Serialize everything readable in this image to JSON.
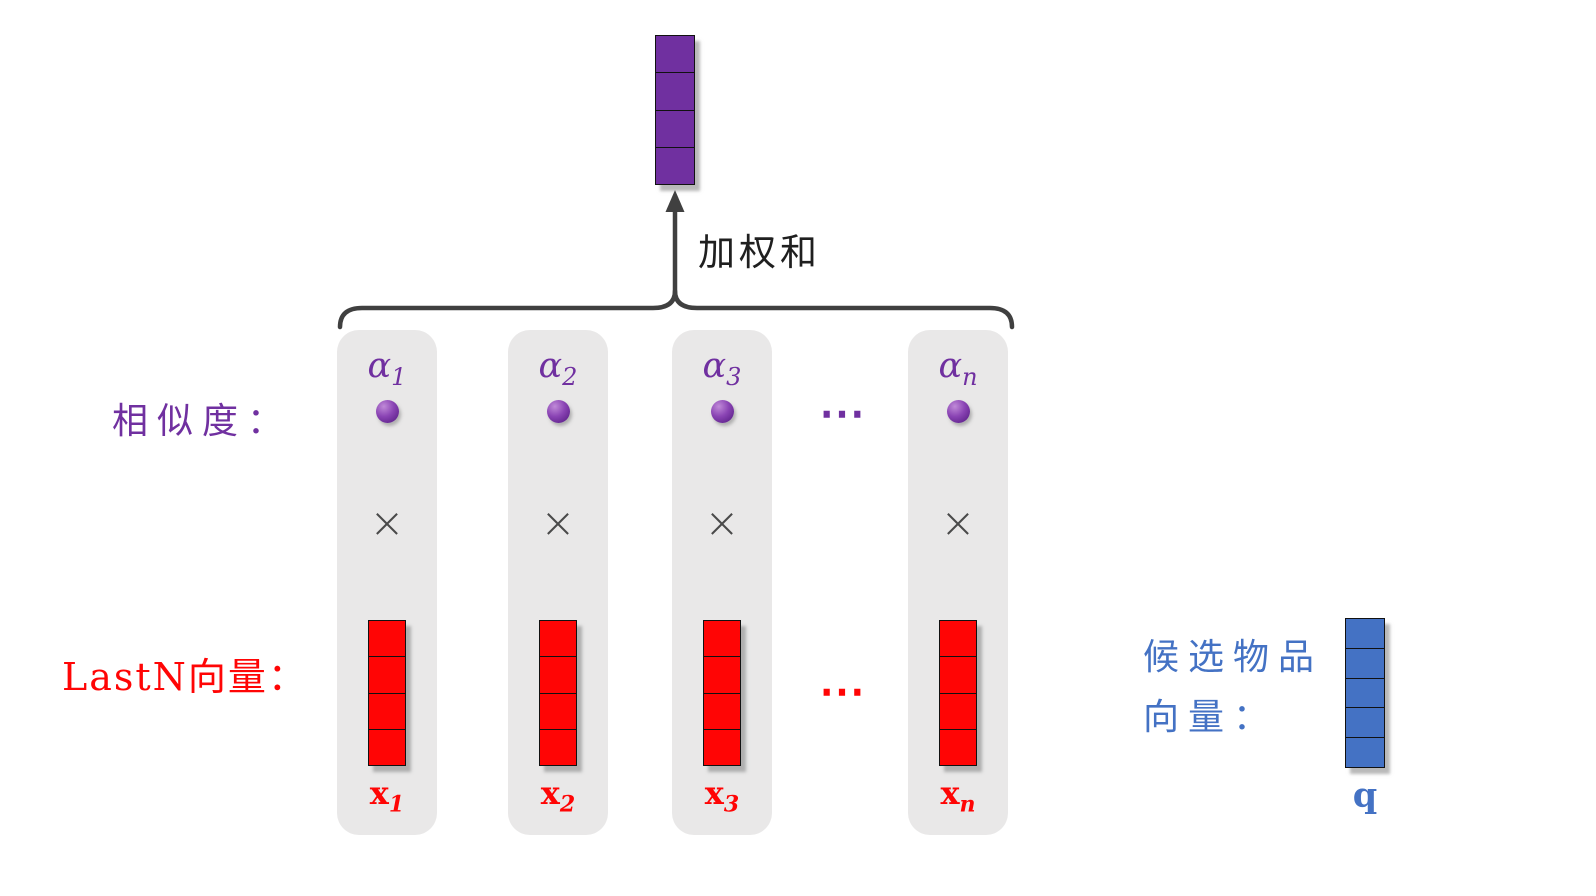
{
  "diagram": {
    "weighted_sum_label": "加权和",
    "similarity_label": "相似度：",
    "lastn_label": "LastN向量：",
    "candidate_label_line1": "候选物品",
    "candidate_label_line2": "向量：",
    "ellipsis_top": "⋯",
    "ellipsis_bottom": "⋯",
    "output_vector": {
      "cells": 4,
      "color": "#7030A0"
    },
    "candidate_vector": {
      "cells": 5,
      "color": "#4472C4",
      "label": "q"
    },
    "lastn_vectors": {
      "cells": 4,
      "color": "#FF0505"
    },
    "columns": [
      {
        "alpha": "α",
        "alpha_sub": "1",
        "times": "×",
        "x": "x",
        "x_sub": "1"
      },
      {
        "alpha": "α",
        "alpha_sub": "2",
        "times": "×",
        "x": "x",
        "x_sub": "2"
      },
      {
        "alpha": "α",
        "alpha_sub": "3",
        "times": "×",
        "x": "x",
        "x_sub": "3"
      },
      {
        "alpha": "α",
        "alpha_sub": "n",
        "times": "×",
        "x": "x",
        "x_sub": "n"
      }
    ]
  },
  "colors": {
    "purple": "#7030A0",
    "red": "#FF0505",
    "blue": "#4472C4",
    "panel": "#e9e8e8",
    "stroke": "#404040",
    "textdark": "#1f1f1f"
  }
}
